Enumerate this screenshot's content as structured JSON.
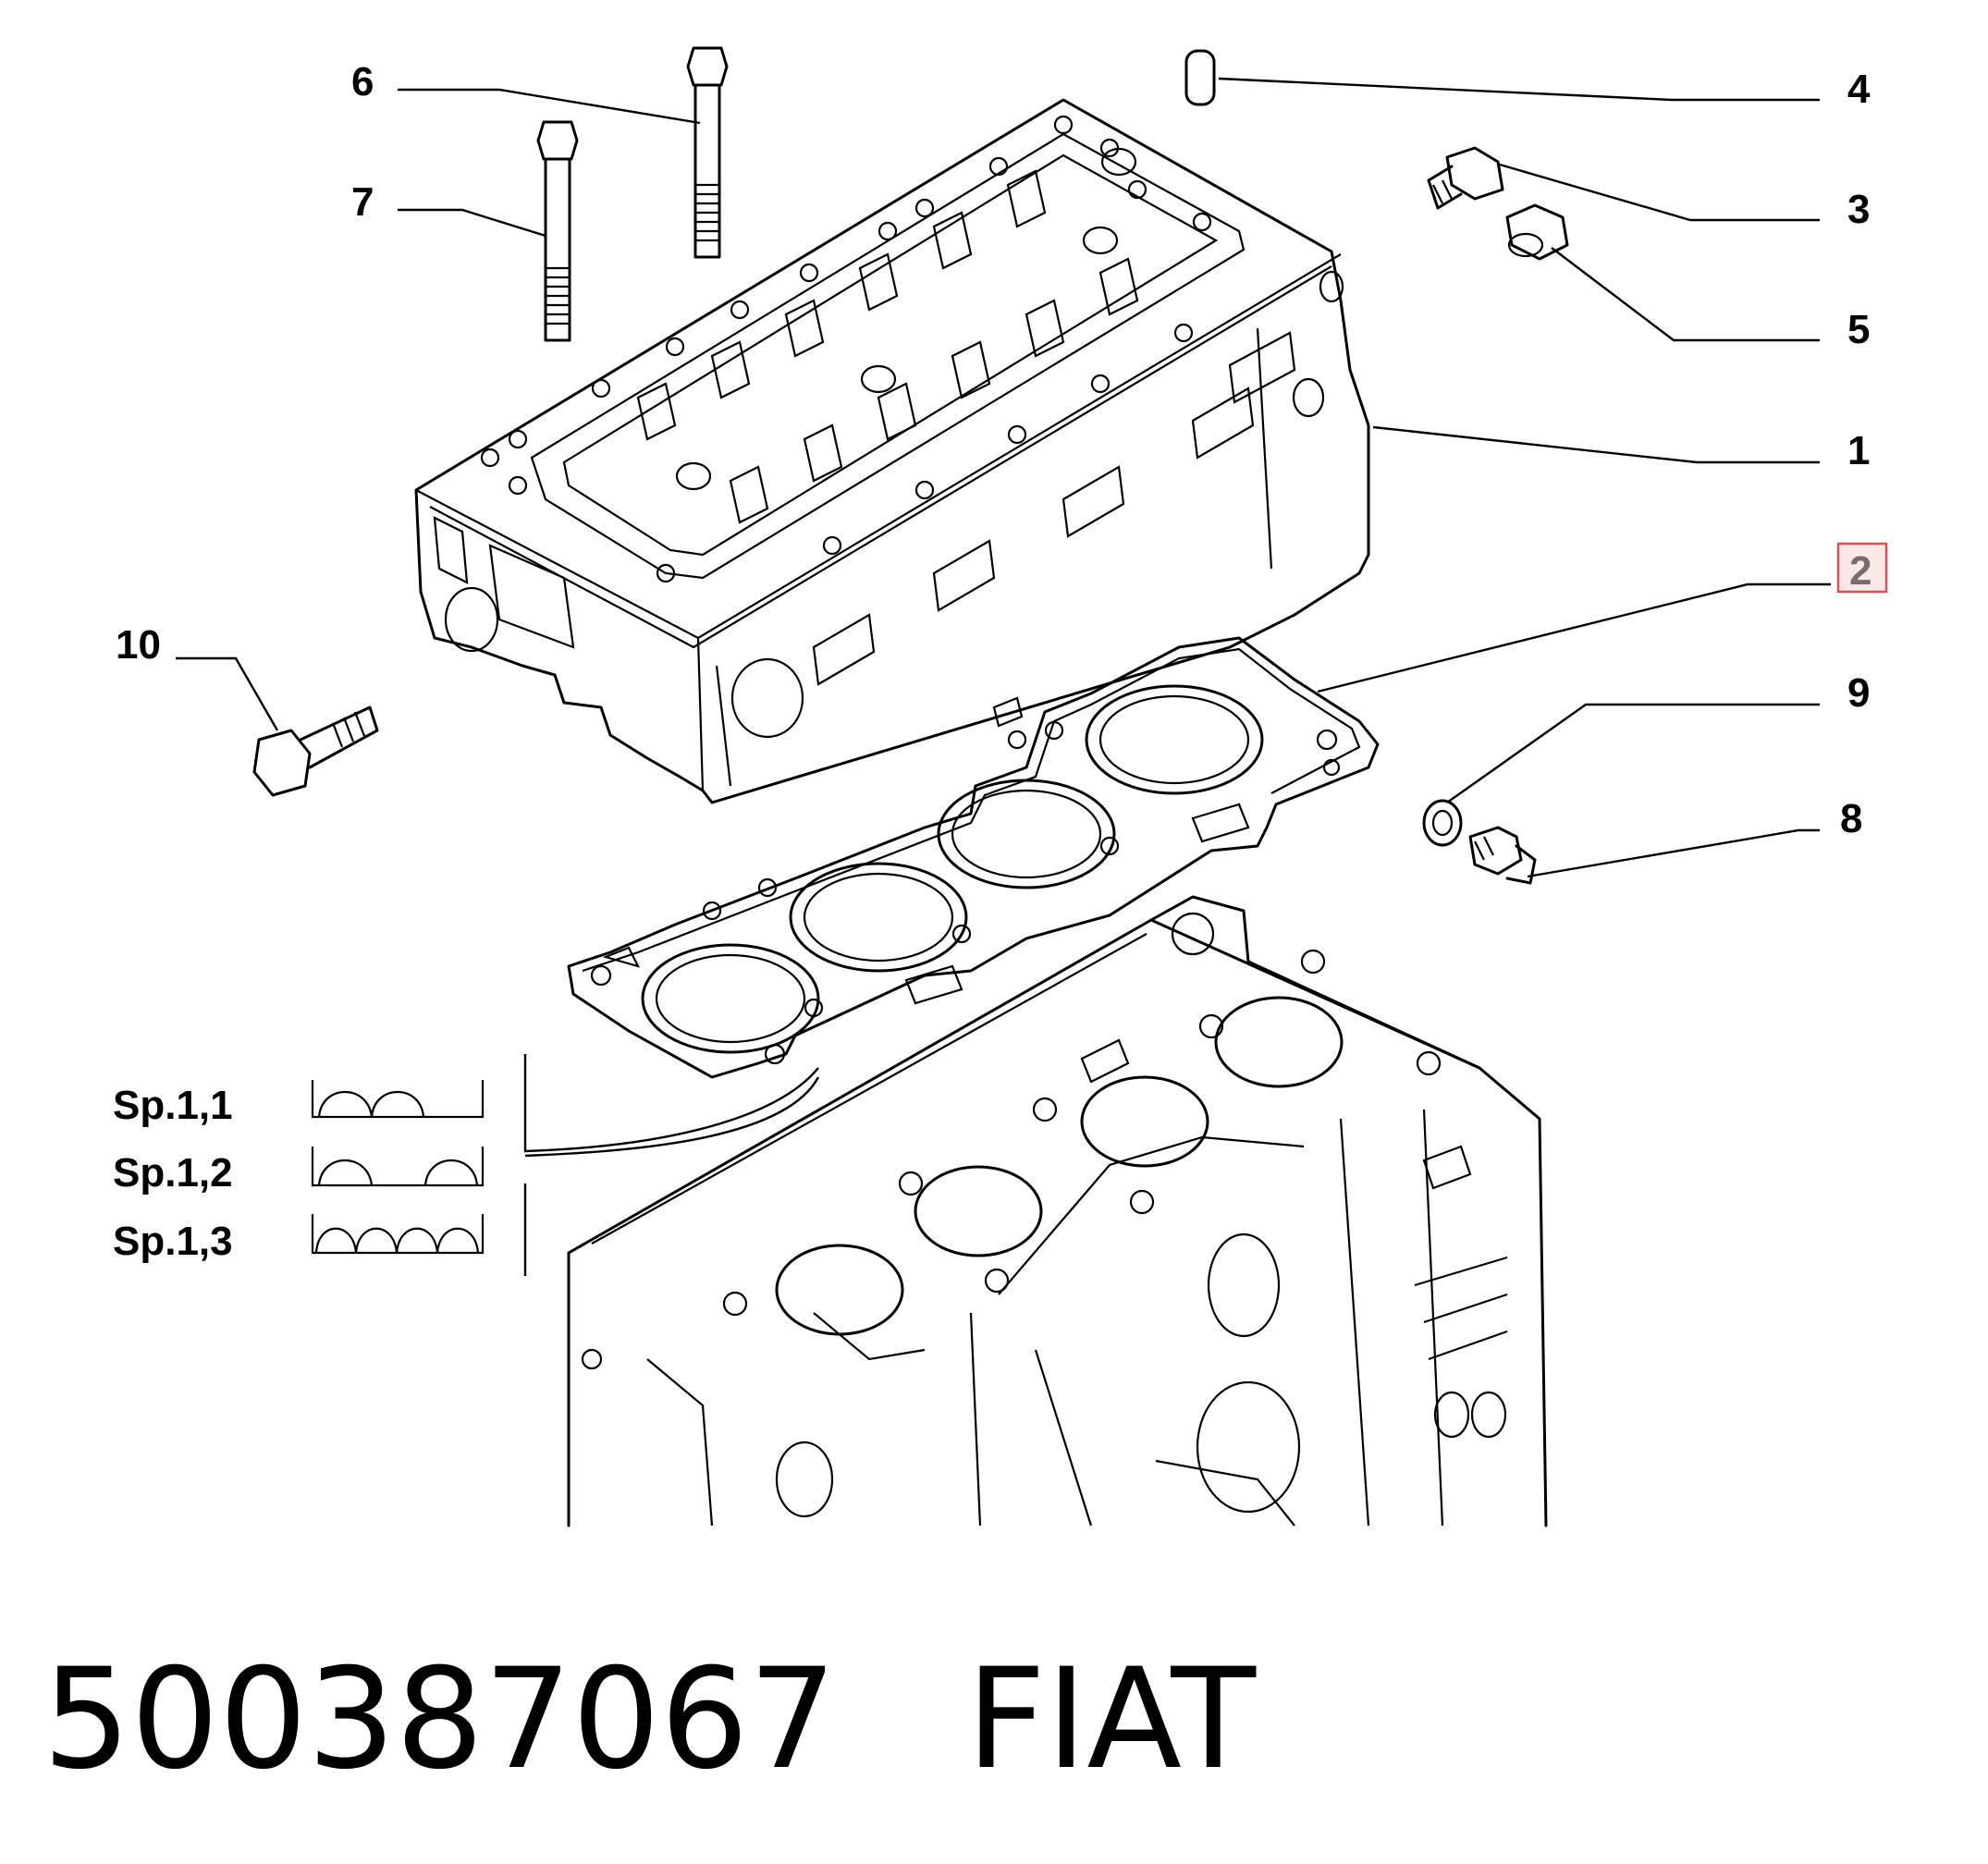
{
  "callouts": [
    "1",
    "2",
    "3",
    "4",
    "5",
    "6",
    "7",
    "8",
    "9",
    "10"
  ],
  "highlighted_callout": "2",
  "highlight_color": "#d9534f",
  "thickness_options": [
    "Sp.1,1",
    "Sp.1,2",
    "Sp.1,3"
  ],
  "footer": {
    "part_number": "500387067",
    "brand": "FIAT"
  }
}
